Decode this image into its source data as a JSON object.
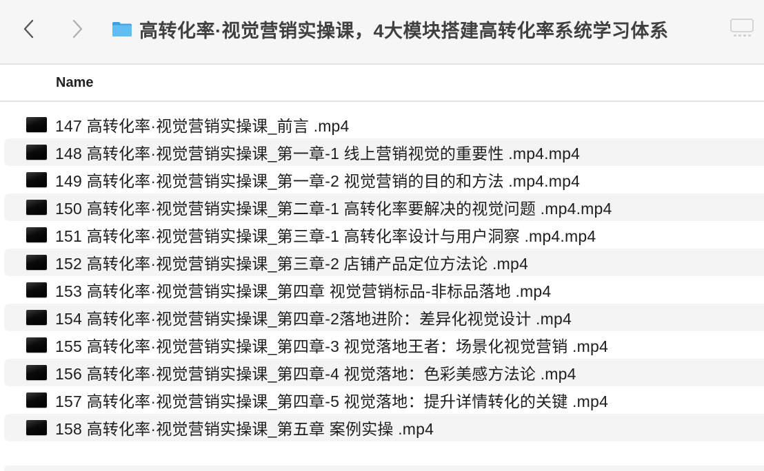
{
  "toolbar": {
    "back_icon": "chevron-left-icon",
    "forward_icon": "chevron-right-icon",
    "folder_icon": "folder-icon",
    "title": "高转化率·视觉营销实操课，4大模块搭建高转化率系统学习体系",
    "view_icon": "gallery-view-icon",
    "colors": {
      "background": "#f6f6f6",
      "folder": "#5ab4ec",
      "title": "#404040"
    }
  },
  "columns": {
    "name": "Name"
  },
  "files": [
    {
      "name": "147 高转化率·视觉营销实操课_前言  .mp4",
      "icon": "video-file-icon"
    },
    {
      "name": "148 高转化率·视觉营销实操课_第一章-1 线上营销视觉的重要性  .mp4.mp4",
      "icon": "video-file-icon"
    },
    {
      "name": "149 高转化率·视觉营销实操课_第一章-2 视觉营销的目的和方法  .mp4.mp4",
      "icon": "video-file-icon"
    },
    {
      "name": "150 高转化率·视觉营销实操课_第二章-1 高转化率要解决的视觉问题  .mp4.mp4",
      "icon": "video-file-icon"
    },
    {
      "name": "151 高转化率·视觉营销实操课_第三章-1 高转化率设计与用户洞察  .mp4.mp4",
      "icon": "video-file-icon"
    },
    {
      "name": "152 高转化率·视觉营销实操课_第三章-2 店铺产品定位方法论 .mp4",
      "icon": "video-file-icon"
    },
    {
      "name": "153 高转化率·视觉营销实操课_第四章 视觉营销标品-非标品落地 .mp4",
      "icon": "video-file-icon"
    },
    {
      "name": "154 高转化率·视觉营销实操课_第四章-2落地进阶：差异化视觉设计 .mp4",
      "icon": "video-file-icon"
    },
    {
      "name": "155 高转化率·视觉营销实操课_第四章-3 视觉落地王者：场景化视觉营销 .mp4",
      "icon": "video-file-icon"
    },
    {
      "name": "156 高转化率·视觉营销实操课_第四章-4 视觉落地：色彩美感方法论 .mp4",
      "icon": "video-file-icon"
    },
    {
      "name": "157 高转化率·视觉营销实操课_第四章-5 视觉落地：提升详情转化的关键 .mp4",
      "icon": "video-file-icon"
    },
    {
      "name": "158 高转化率·视觉营销实操课_第五章 案例实操 .mp4",
      "icon": "video-file-icon"
    }
  ]
}
